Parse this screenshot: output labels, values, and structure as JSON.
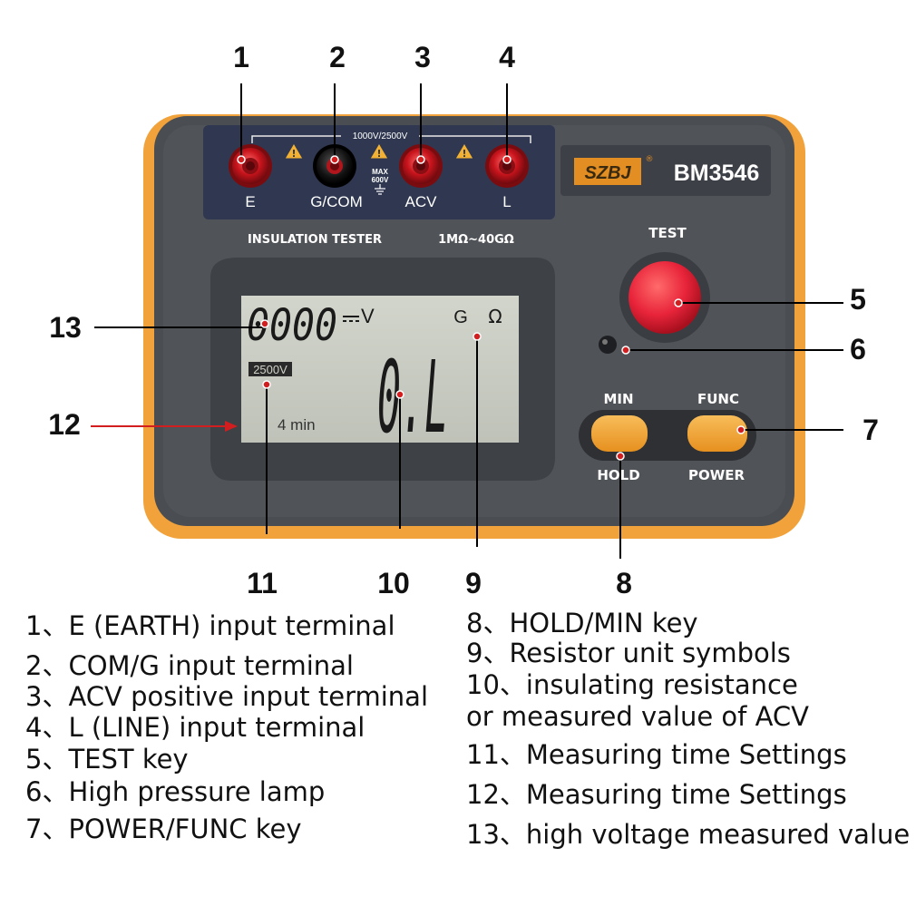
{
  "device": {
    "brand": "SZBJ",
    "registered_mark": "®",
    "model": "BM3546",
    "product_name": "INSULATION TESTER",
    "range": "1MΩ~40GΩ",
    "voltage_bracket": "1000V/2500V",
    "max_voltage": [
      "MAX",
      "600V"
    ],
    "terminals": [
      {
        "id": 1,
        "label": "E"
      },
      {
        "id": 2,
        "label": "G/COM"
      },
      {
        "id": 3,
        "label": "ACV"
      },
      {
        "id": 4,
        "label": "L"
      }
    ],
    "keys": {
      "test": "TEST",
      "min": "MIN",
      "hold": "HOLD",
      "func": "FUNC",
      "power": "POWER"
    },
    "lcd": {
      "top_digits": "0000",
      "top_unit": "V",
      "dc_symbol": "⎓",
      "unit_prefix": "G",
      "unit_symbol": "Ω",
      "voltage_badge": "2500V",
      "time_text": "4 min",
      "main_reading": "0.L"
    }
  },
  "callouts": [
    "1",
    "2",
    "3",
    "4",
    "5",
    "6",
    "7",
    "8",
    "9",
    "10",
    "11",
    "12",
    "13"
  ],
  "legend": {
    "left": [
      "1、E (EARTH) input terminal",
      "2、COM/G input terminal",
      "3、ACV positive input terminal",
      "4、L (LINE) input terminal",
      "5、TEST key",
      "6、High pressure lamp",
      "7、POWER/FUNC key"
    ],
    "right": [
      "8、HOLD/MIN key",
      "9、Resistor unit symbols",
      "10、insulating resistance",
      " or measured value of ACV",
      "11、Measuring time Settings",
      "12、Measuring time Settings",
      "13、high voltage measured value"
    ]
  },
  "colors": {
    "case_orange": "#f2a23a",
    "body_grey": "#4a4d52",
    "panel_blue": "#2f3850",
    "lcd": "#c9ccc2",
    "test_button": "#e8243a",
    "func_buttons": "#f4a53b",
    "logo_orange": "#e38e22",
    "callout_red": "#d21e1e"
  }
}
